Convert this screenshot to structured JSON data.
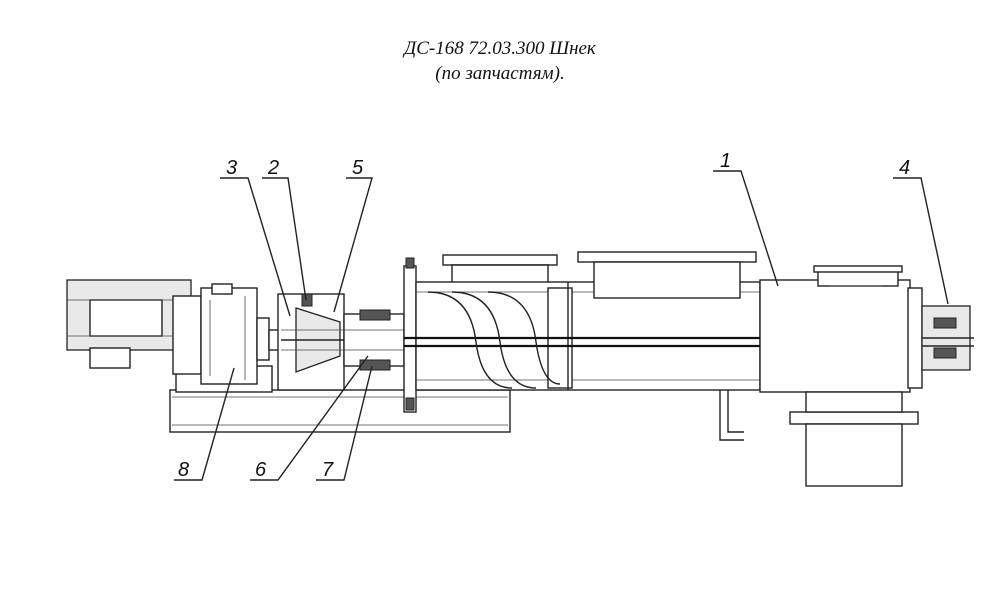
{
  "title": {
    "line1": "ДС-168 72.03.300 Шнек",
    "line2": "(по запчастям)."
  },
  "callouts": [
    {
      "id": "3",
      "label": "3"
    },
    {
      "id": "2",
      "label": "2"
    },
    {
      "id": "5",
      "label": "5"
    },
    {
      "id": "1",
      "label": "1"
    },
    {
      "id": "4",
      "label": "4"
    },
    {
      "id": "8",
      "label": "8"
    },
    {
      "id": "6",
      "label": "6"
    },
    {
      "id": "7",
      "label": "7"
    }
  ]
}
